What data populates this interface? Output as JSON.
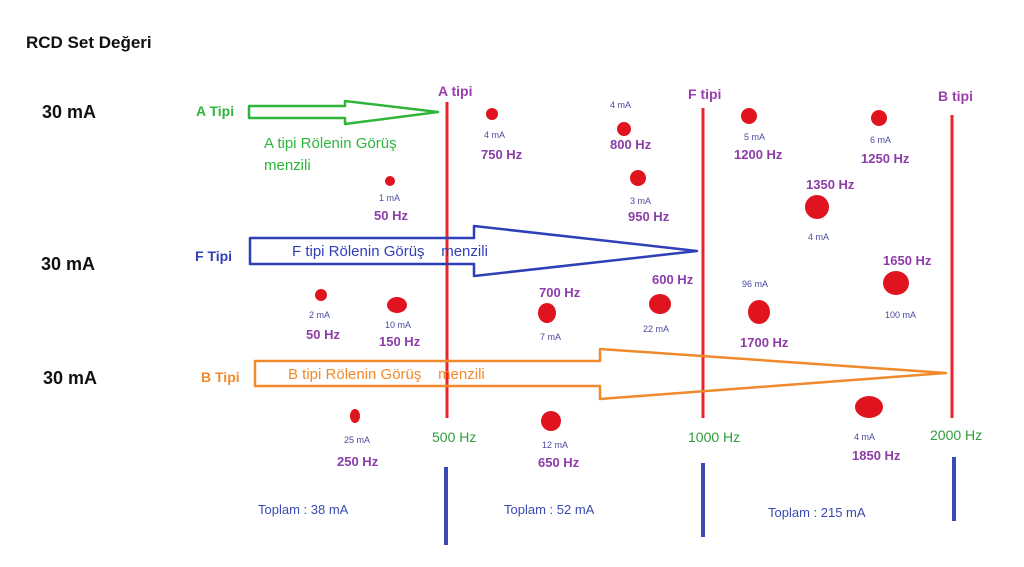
{
  "title": "RCD Set Değeri",
  "rows": [
    {
      "set_value": "30 mA",
      "type": "A Tipi",
      "range_text": "A tipi Rölenin Görüş\nmenzili",
      "color": "#2fb53c"
    },
    {
      "set_value": "30 mA",
      "type": "F Tipi",
      "range_text": "F tipi Rölenin Görüş    menzili",
      "color": "#2f3fb8"
    },
    {
      "set_value": "30 mA",
      "type": "B Tipi",
      "range_text": "B tipi Rölenin Görüş    menzili",
      "color": "#f08a2c"
    }
  ],
  "relays": [
    {
      "label": "A tipi",
      "frequency": "500 Hz"
    },
    {
      "label": "F tipi",
      "frequency": "1000 Hz"
    },
    {
      "label": "B tipi",
      "frequency": "2000 Hz"
    }
  ],
  "components": [
    {
      "current": "4 mA",
      "frequency": "750 Hz"
    },
    {
      "current": "4 mA",
      "frequency": "800 Hz"
    },
    {
      "current": "5 mA",
      "frequency": "1200 Hz"
    },
    {
      "current": "6 mA",
      "frequency": "1250 Hz"
    },
    {
      "current": "1 mA",
      "frequency": "50 Hz"
    },
    {
      "current": "3 mA",
      "frequency": "950 Hz"
    },
    {
      "current": "4 mA",
      "frequency": "1350 Hz"
    },
    {
      "current": "2 mA",
      "frequency": "50 Hz"
    },
    {
      "current": "10 mA",
      "frequency": "150 Hz"
    },
    {
      "current": "7 mA",
      "frequency": "700 Hz"
    },
    {
      "current": "22 mA",
      "frequency": "600 Hz"
    },
    {
      "current": "96 mA",
      "frequency": "1700 Hz"
    },
    {
      "current": "100 mA",
      "frequency": "1650 Hz"
    },
    {
      "current": "25 mA",
      "frequency": "250 Hz"
    },
    {
      "current": "12 mA",
      "frequency": "650 Hz"
    },
    {
      "current": "4 mA",
      "frequency": "1850 Hz"
    }
  ],
  "totals": [
    "Toplam : 38 mA",
    "Toplam : 52 mA",
    "Toplam : 215 mA"
  ],
  "colors": {
    "relay_line": "#e8232a",
    "dot": "#e0141e",
    "divider": "#3a4ab8"
  }
}
